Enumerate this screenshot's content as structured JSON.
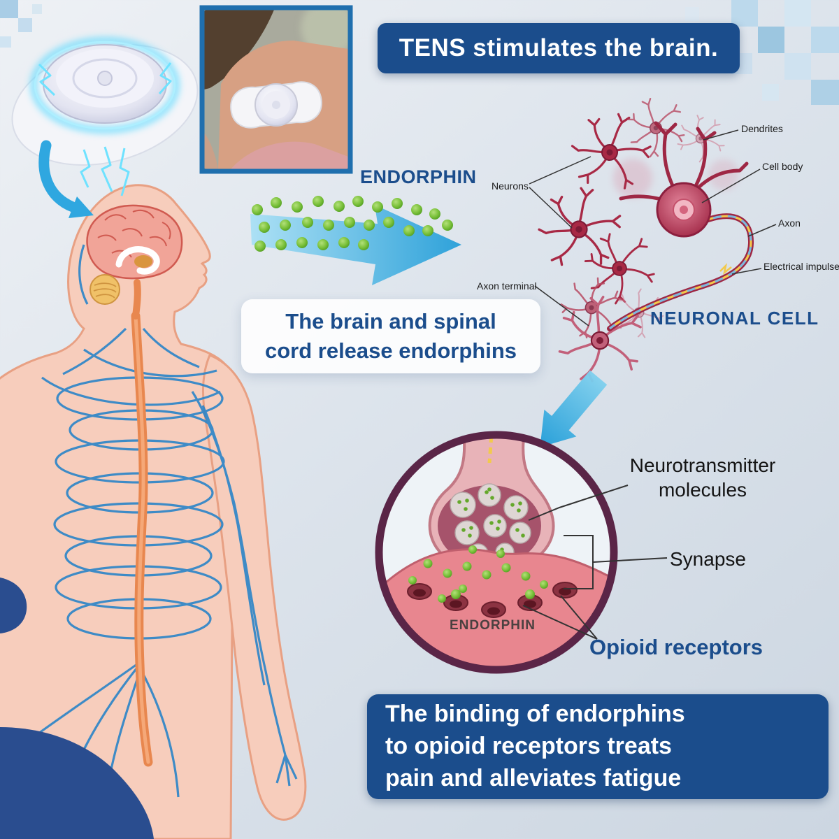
{
  "header": {
    "banner": "TENS stimulates the brain."
  },
  "endorphin_flow": {
    "label": "ENDORPHIN",
    "caption": "The brain and spinal\ncord release endorphins"
  },
  "neuron": {
    "title": "NEURONAL CELL",
    "labels": {
      "neurons": "Neurons",
      "dendrites": "Dendrites",
      "cell_body": "Cell body",
      "axon": "Axon",
      "electrical_impulse": "Electrical impulse",
      "axon_terminal": "Axon terminal"
    }
  },
  "synapse": {
    "labels": {
      "neurotransmitter": "Neurotransmitter\nmolecules",
      "synapse": "Synapse",
      "opioid_receptors": "Opioid receptors",
      "endorphin": "ENDORPHIN"
    }
  },
  "footer": {
    "banner": "The binding of endorphins\nto opioid receptors treats\npain and alleviates fatigue"
  },
  "colors": {
    "banner_bg": "#1b4d8c",
    "accent_blue": "#29a8e0",
    "endorphin_green": "#6ab42e",
    "neuron_red": "#a82945",
    "skin": "#f7cdbc",
    "nerve_blue": "#2a84c8",
    "synapse_ring": "#5a2547"
  }
}
